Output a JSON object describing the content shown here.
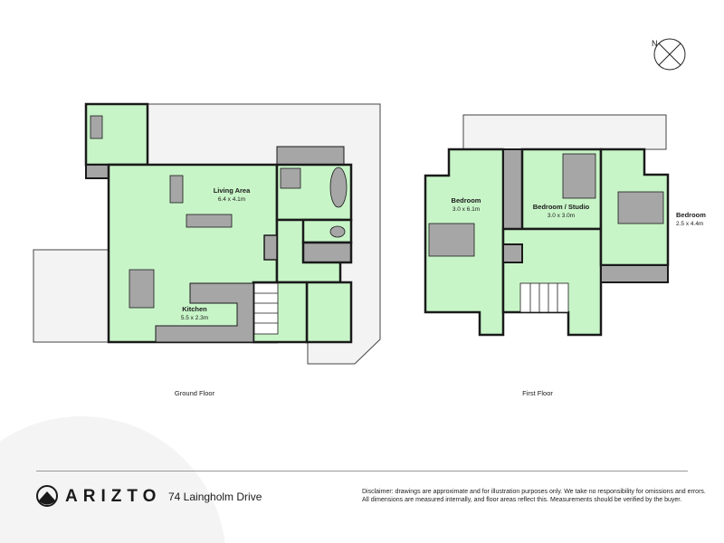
{
  "colors": {
    "room": "#c8f5c8",
    "wall": "#1a1a1a",
    "fixture": "#a6a6a6",
    "deck": "#f3f3f3"
  },
  "compass": {
    "label": "N",
    "icon": "compass-icon"
  },
  "ground_floor": {
    "title": "Ground Floor",
    "rooms": [
      {
        "name": "Living Area",
        "dims": "6.4 x 4.1m"
      },
      {
        "name": "Kitchen",
        "dims": "5.5 x 2.3m"
      }
    ]
  },
  "first_floor": {
    "title": "First Floor",
    "rooms": [
      {
        "name": "Bedroom",
        "dims": "3.0 x 6.1m"
      },
      {
        "name": "Bedroom / Studio",
        "dims": "3.0 x 3.0m"
      },
      {
        "name": "Bedroom",
        "dims": "2.5 x 4.4m"
      }
    ]
  },
  "footer": {
    "brand": "ARIZTO",
    "address": "74 Laingholm Drive",
    "disclaimer_1": "Disclaimer: drawings are approximate and for illustration purposes only. We take no responsibility for omissions and errors.",
    "disclaimer_2": "All dimensions are measured internally, and floor areas reflect this. Measurements should be verified by the buyer."
  }
}
